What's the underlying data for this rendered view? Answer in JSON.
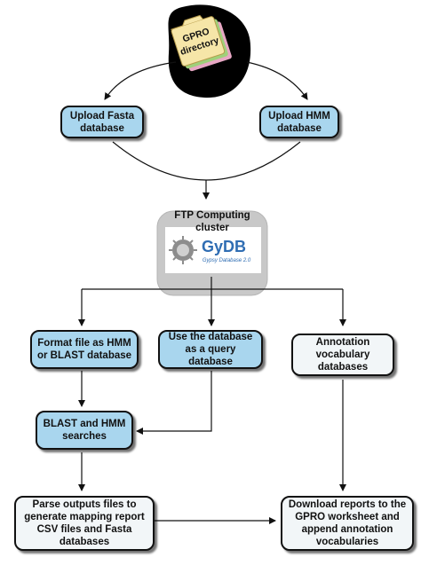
{
  "gpro_directory": {
    "label": "GPRO directory"
  },
  "boxes": {
    "upload_fasta": "Upload Fasta database",
    "upload_hmm": "Upload HMM database",
    "format_file": "Format file as HMM or BLAST database",
    "use_database": "Use the database as a query database",
    "annotation_vocab": "Annotation vocabulary databases",
    "blast_hmm": "BLAST and HMM searches",
    "parse_outputs": "Parse outputs files to generate mapping report CSV files and Fasta databases",
    "download_reports": "Download reports to the GPRO worksheet and append annotation vocabularies"
  },
  "ftp_cluster": {
    "caption": "FTP Computing cluster"
  },
  "gydb_logo": {
    "name": "GyDB",
    "subtitle": "Gypsy Database 2.0"
  },
  "colors": {
    "box_blue": "#a9d6ee",
    "box_white": "#f2f6f8",
    "folder_blob": "#000000",
    "cluster_grey": "#c8c8c8"
  }
}
